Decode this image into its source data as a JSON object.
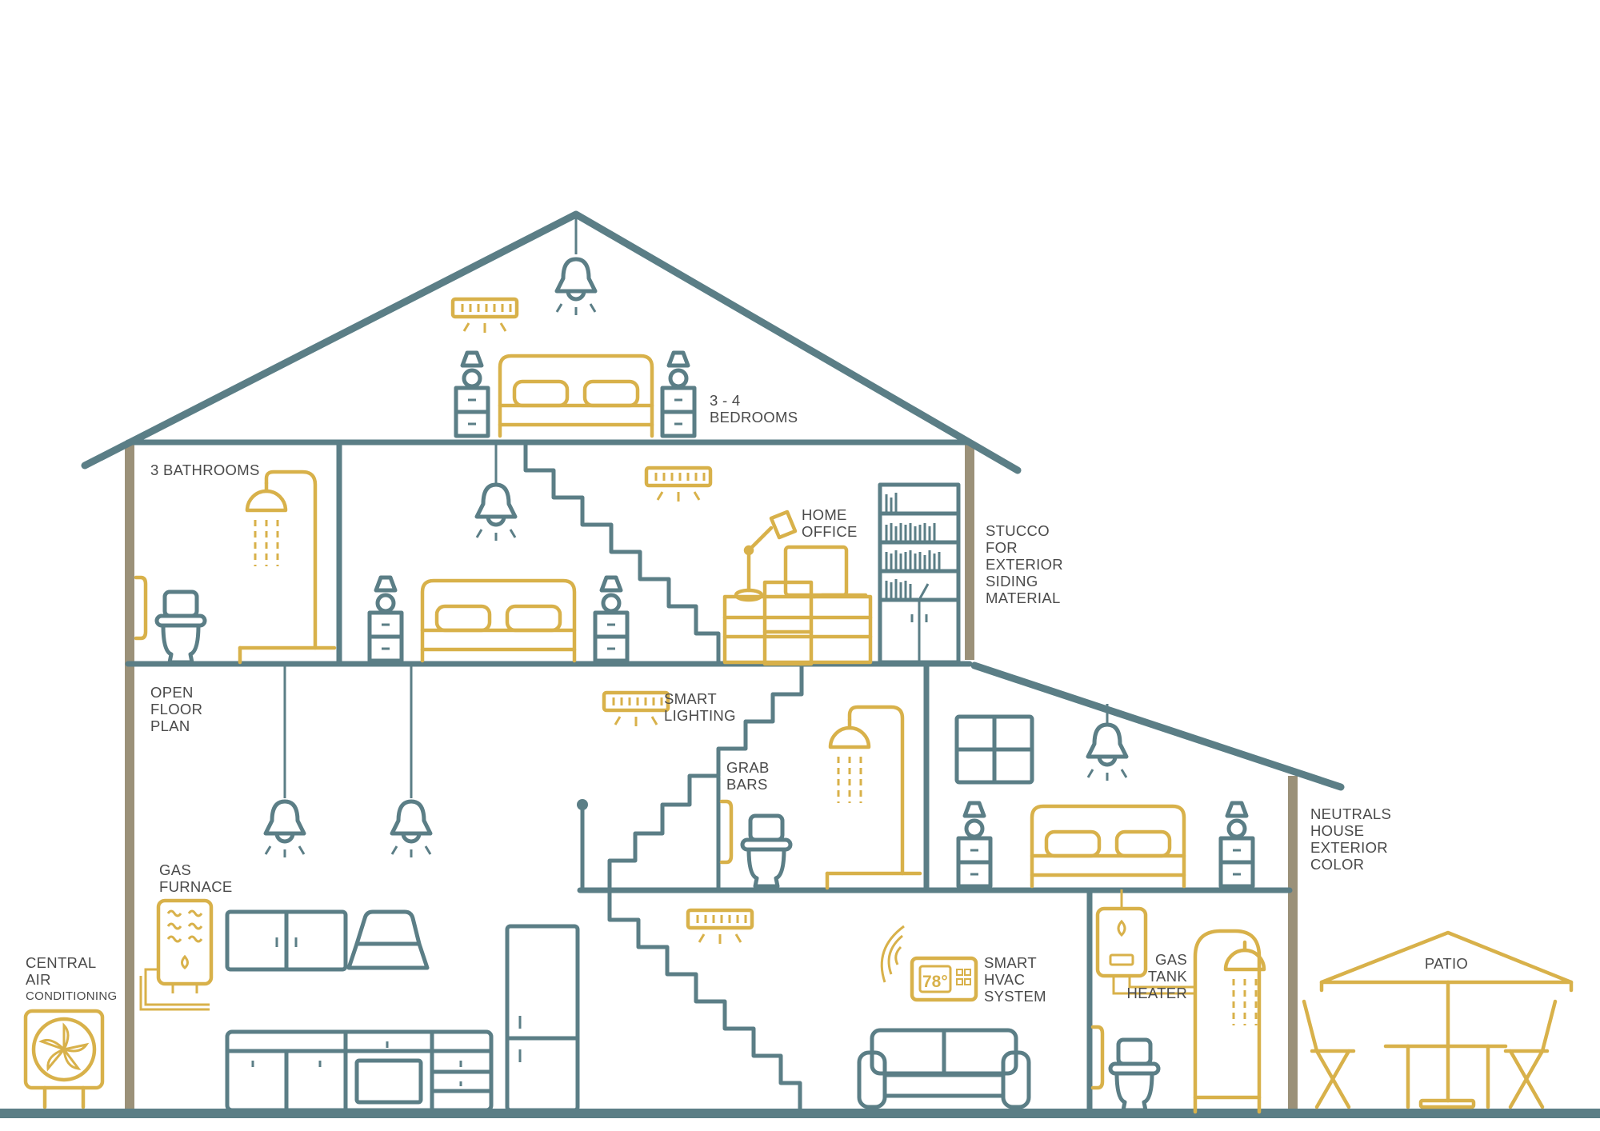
{
  "colors": {
    "structure": "#5b7e86",
    "accent": "#d8b14a",
    "siding": "#9b9179",
    "text": "#4a4a4a",
    "background": "#ffffff"
  },
  "labels": {
    "bedrooms": [
      "3 - 4",
      "BEDROOMS"
    ],
    "bathrooms": [
      "3 BATHROOMS"
    ],
    "home_office": [
      "HOME",
      "OFFICE"
    ],
    "stucco": [
      "STUCCO",
      "FOR",
      "EXTERIOR",
      "SIDING",
      "MATERIAL"
    ],
    "open_floor_plan": [
      "OPEN",
      "FLOOR",
      "PLAN"
    ],
    "smart_lighting": [
      "SMART",
      "LIGHTING"
    ],
    "grab_bars": [
      "GRAB",
      "BARS"
    ],
    "neutrals": [
      "NEUTRALS",
      "HOUSE",
      "EXTERIOR",
      "COLOR"
    ],
    "gas_furnace": [
      "GAS",
      "FURNACE"
    ],
    "central_air": [
      "CENTRAL",
      "AIR",
      "CONDITIONING"
    ],
    "smart_hvac": [
      "SMART",
      "HVAC",
      "SYSTEM"
    ],
    "gas_tank_heater": [
      "GAS",
      "TANK",
      "HEATER"
    ],
    "patio": [
      "PATIO"
    ]
  },
  "thermostat": {
    "display": "78°"
  },
  "icons": [
    "bell-pendant-icon",
    "smart-light-panel-icon",
    "bed-icon",
    "nightstand-lamp-icon",
    "shower-icon",
    "toilet-icon",
    "desk-lamp-icon",
    "bookshelf-icon",
    "window-icon",
    "furnace-icon",
    "fan-icon",
    "thermostat-icon",
    "water-heater-icon",
    "umbrella-icon",
    "chair-icon",
    "sofa-icon",
    "refrigerator-icon",
    "range-hood-icon"
  ]
}
